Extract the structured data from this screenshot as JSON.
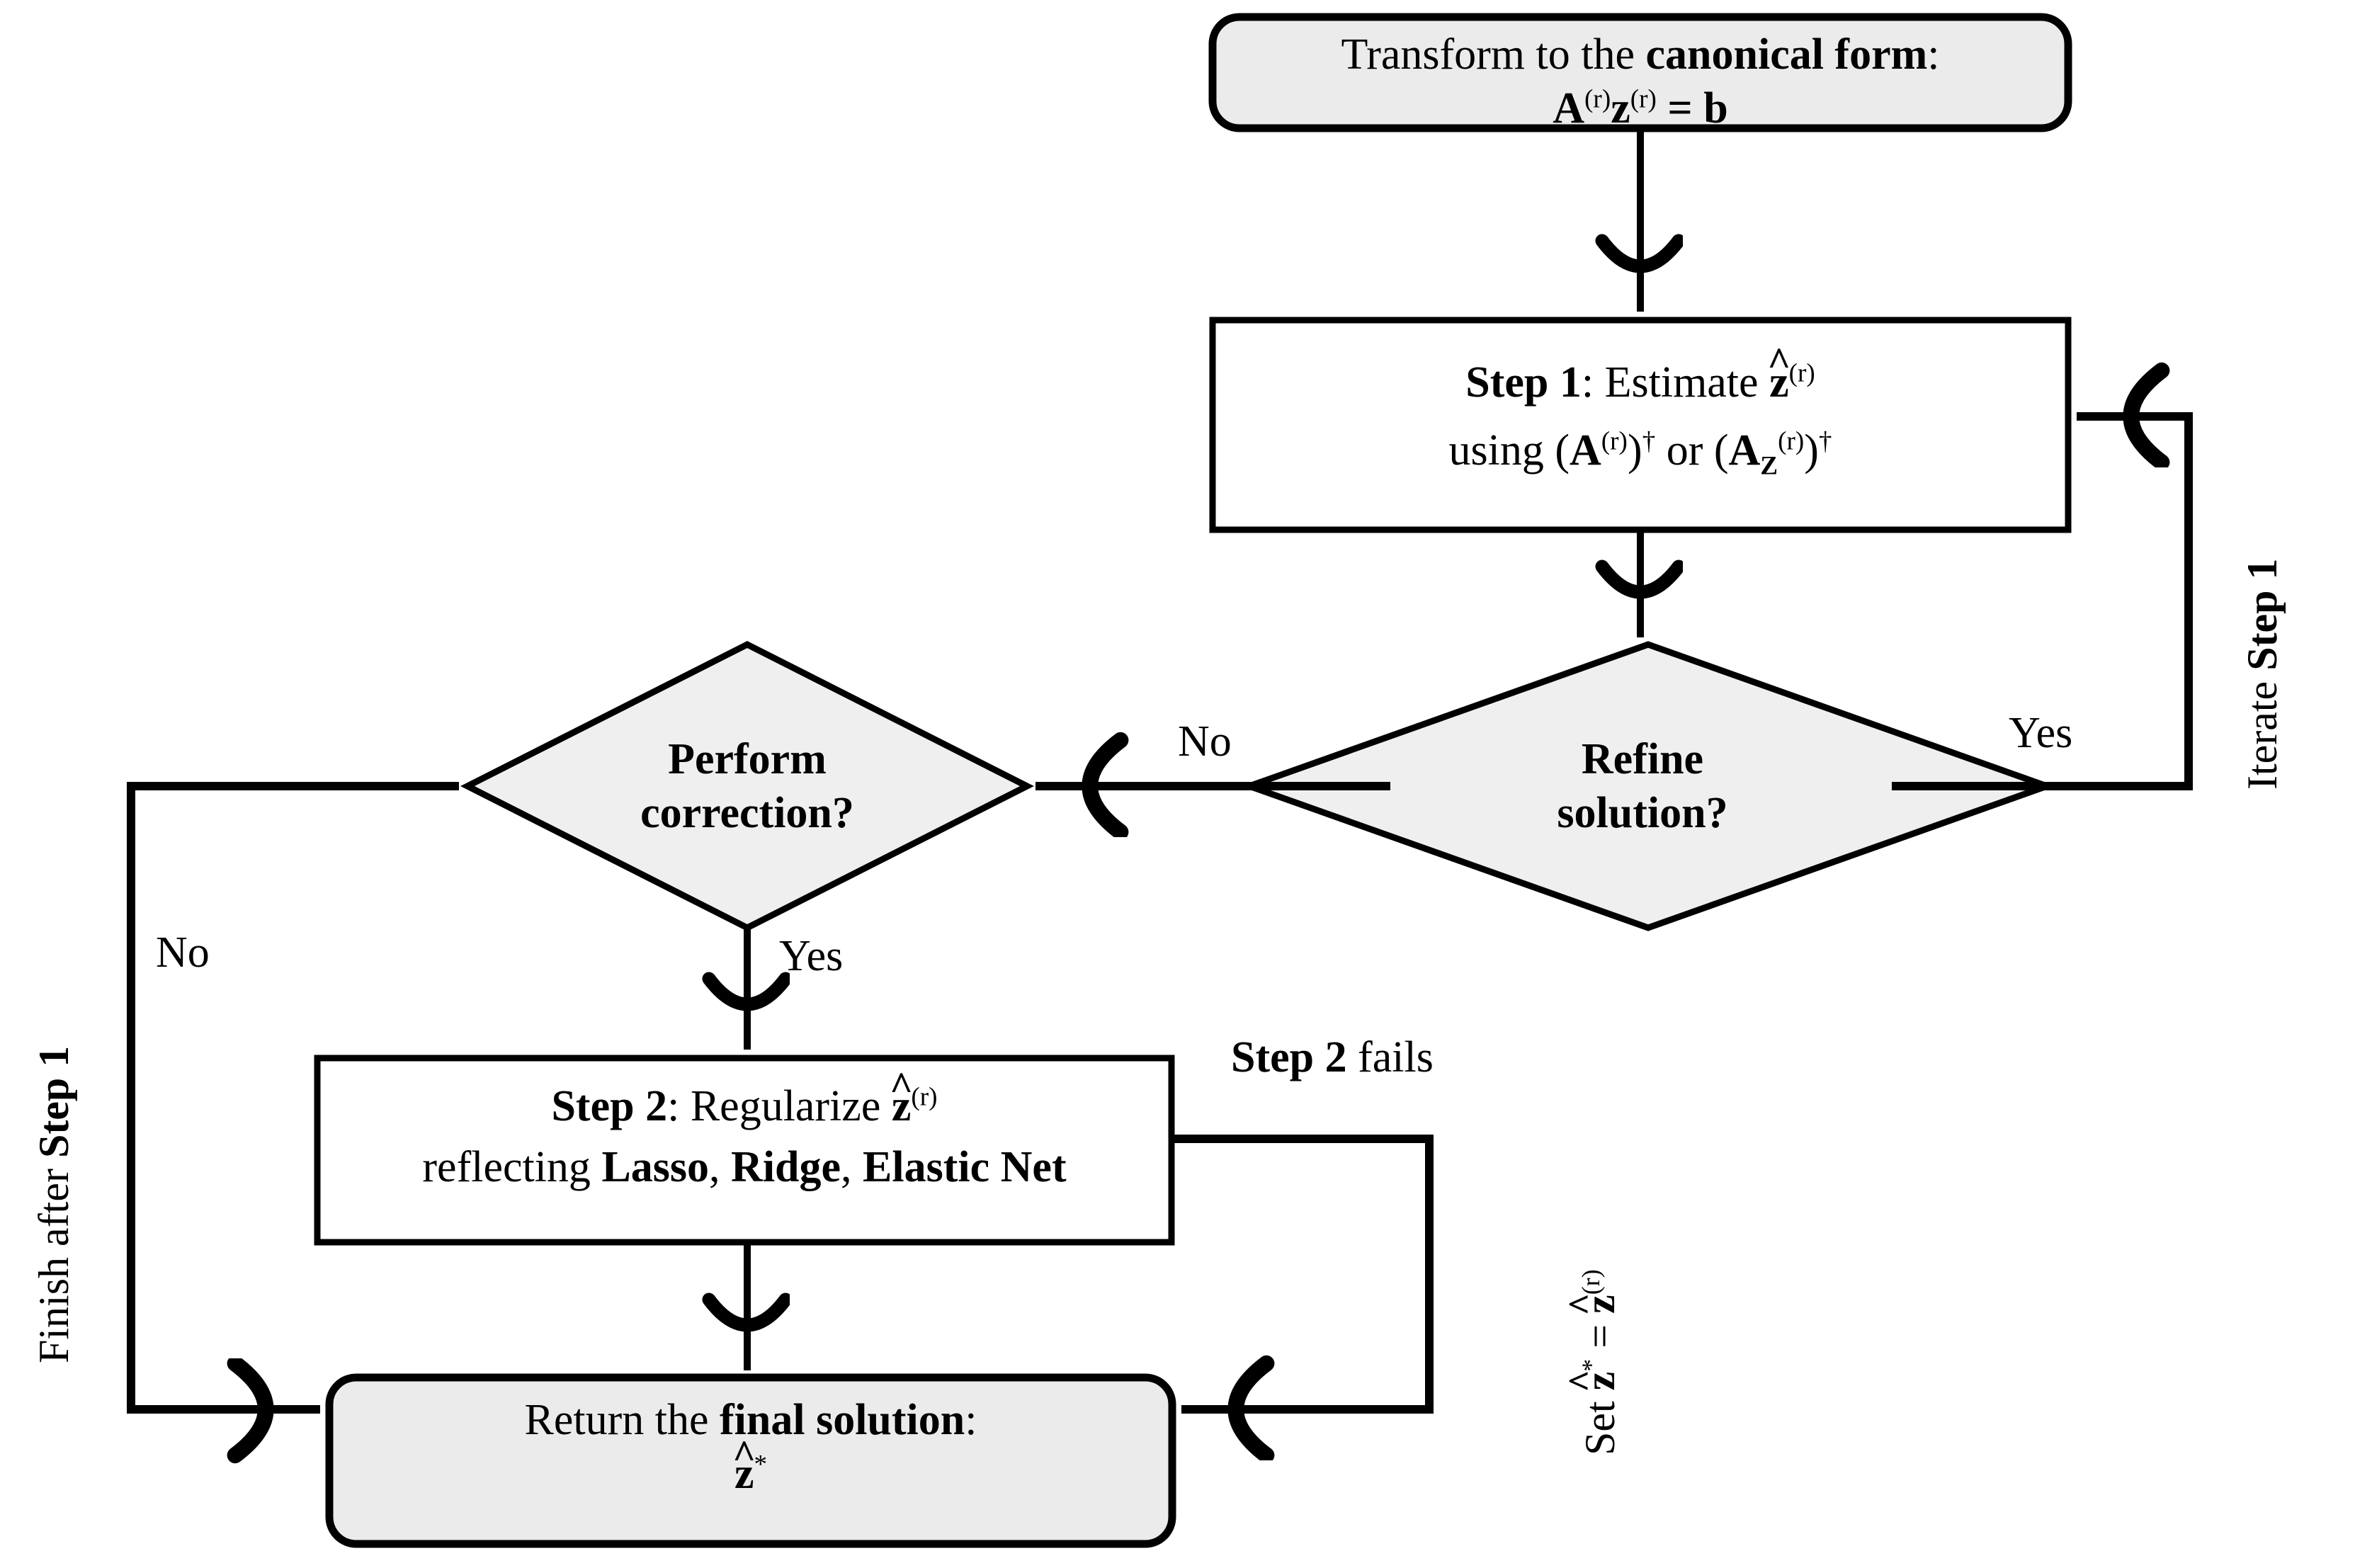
{
  "diagram": {
    "type": "flowchart",
    "title": "Two-step estimation procedure flowchart",
    "background_color": "#ffffff",
    "stroke_color": "#000000",
    "terminal_fill": "#ebebeb",
    "decision_fill": "#efefef",
    "process_fill": "#ffffff"
  },
  "nodes": {
    "transform": {
      "shape": "rounded-rectangle",
      "line1_pre": "Transform to the ",
      "line1_bold": "canonical form",
      "line1_post": ":",
      "formula": {
        "a": "A",
        "a_sup": "(r)",
        "z": "z",
        "z_sup": "(r)",
        "eq": "=",
        "b": "b"
      }
    },
    "step1": {
      "shape": "rectangle",
      "label_bold": "Step 1",
      "label_rest": ": Estimate ",
      "zhat": "z",
      "zhat_sup": "(r)",
      "line2_pre": "using (",
      "line2_a": "A",
      "line2_a_sup": "(r)",
      "line2_mid": ")",
      "dagger1": "†",
      "line2_or": " or (",
      "line2_az": "A",
      "line2_az_sub": "Z",
      "line2_az_sup": "(r)",
      "line2_close": ")",
      "dagger2": "†"
    },
    "refine": {
      "shape": "diamond",
      "line1": "Refine",
      "line2": "solution?"
    },
    "correction": {
      "shape": "diamond",
      "line1": "Perform",
      "line2": "correction?"
    },
    "step2": {
      "shape": "rectangle",
      "label_bold": "Step 2",
      "label_rest": ": Regularize ",
      "zhat": "z",
      "zhat_sup": "(r)",
      "line2_pre": "reflecting ",
      "line2_m1": "Lasso",
      "line2_sep1": ", ",
      "line2_m2": "Ridge",
      "line2_sep2": ", ",
      "line2_m3": "Elastic Net"
    },
    "final": {
      "shape": "rounded-rectangle",
      "line1_pre": "Return the ",
      "line1_bold": "final solution",
      "line1_post": ":",
      "zstar": "z",
      "zstar_sup": "*"
    }
  },
  "edge_labels": {
    "refine_no": "No",
    "refine_yes": "Yes",
    "correction_no": "No",
    "correction_yes": "Yes",
    "step2_fails_bold": "Step 2",
    "step2_fails_rest": " fails"
  },
  "rotated_labels": {
    "iterate": {
      "pre": "Iterate ",
      "bold": "Step 1"
    },
    "finish": {
      "pre": "Finish after ",
      "bold": "Step 1"
    },
    "set_z": {
      "pre": "Set ",
      "z1": "z",
      "z1_sup": "*",
      "eq": " = ",
      "z2": "z",
      "z2_sup": "(r)"
    }
  }
}
